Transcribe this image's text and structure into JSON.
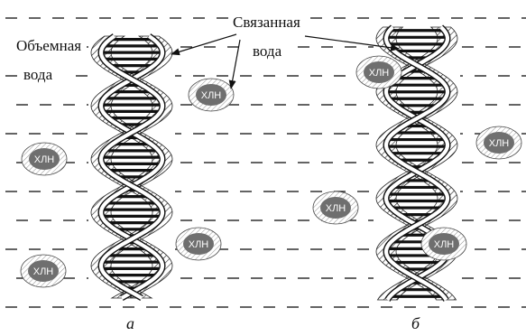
{
  "labels": {
    "bulk_water_line1": "Объемная",
    "bulk_water_line2": "вода",
    "bound_water_line1": "Связанная",
    "bound_water_line2": "вода"
  },
  "panels": [
    {
      "label": "а"
    },
    {
      "label": "б"
    }
  ],
  "particles": [
    {
      "label": "ХЛН"
    },
    {
      "label": "ХЛН"
    },
    {
      "label": "ХЛН"
    },
    {
      "label": "ХЛН"
    },
    {
      "label": "ХЛН"
    },
    {
      "label": "ХЛН"
    },
    {
      "label": "ХЛН"
    },
    {
      "label": "ХЛН"
    }
  ],
  "colors": {
    "ink": "#111111",
    "particle_fill": "#6f6f6f"
  }
}
